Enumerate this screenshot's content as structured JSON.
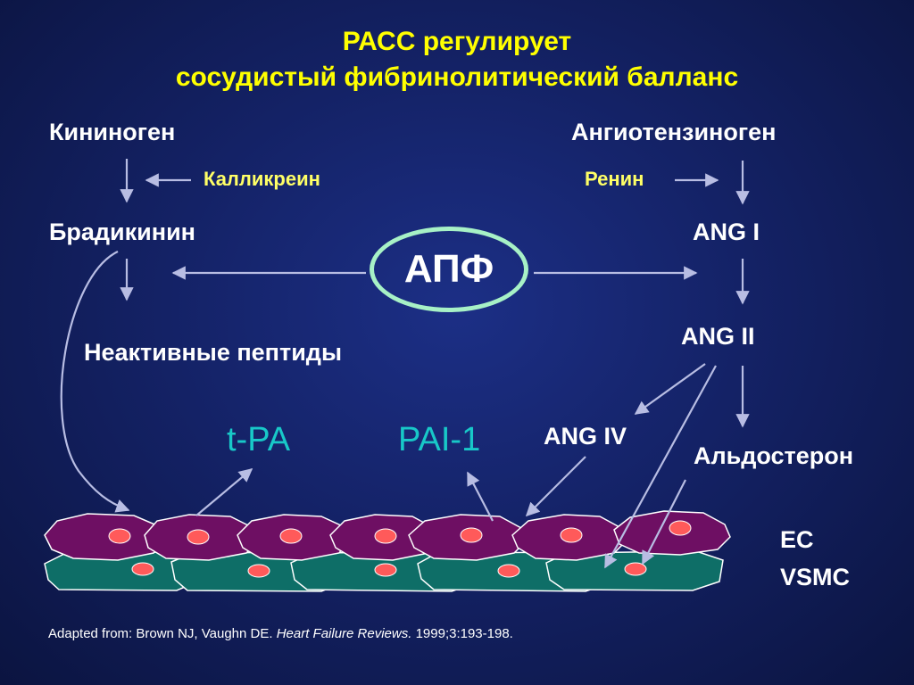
{
  "title_line1": "РАСС регулирует",
  "title_line2": "сосудистый фибринолитический балланс",
  "nodes": {
    "kininogen": "Кининоген",
    "kallikrein": "Калликреин",
    "bradykinin": "Брадикинин",
    "inactive_peptides": "Неактивные пептиды",
    "angiotensinogen": "Ангиотензиноген",
    "renin": "Ренин",
    "ang1": "ANG I",
    "ace": "АПФ",
    "ang2": "ANG II",
    "ang4": "ANG IV",
    "aldosterone": "Альдостерон",
    "tpa": "t-PA",
    "pai1": "PAI-1"
  },
  "cell_labels": {
    "ec": "EC",
    "vsmc": "VSMC"
  },
  "reference": {
    "prefix": "Adapted from: Brown NJ, Vaughn DE. ",
    "journal": "Heart Failure Reviews.",
    "suffix": " 1999;3:193-198."
  },
  "colors": {
    "title": "#ffff00",
    "enzyme": "#ffff66",
    "cyan_label": "#18c8c8",
    "ec_cell": "#6e0f63",
    "vsmc_cell": "#0e6e67",
    "nucleus": "#ff5a5a",
    "arrow": "#b8bde3",
    "ace_border": "#a7f1c6"
  }
}
